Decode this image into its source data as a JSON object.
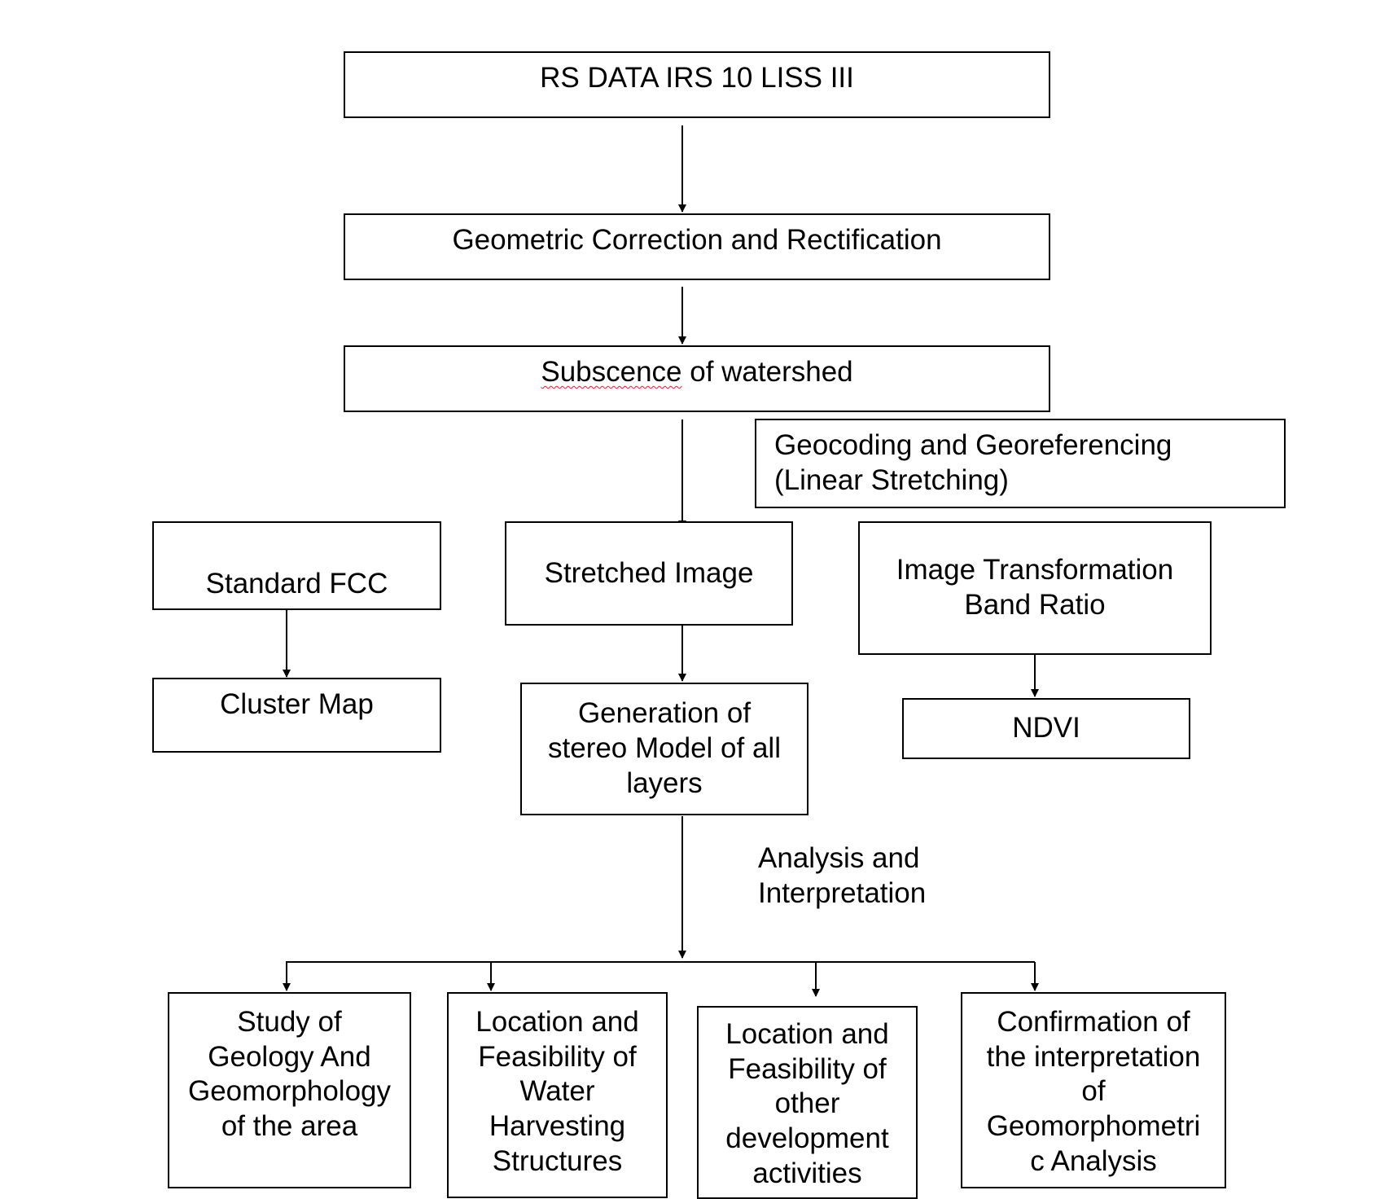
{
  "nodes": {
    "rs_data": [
      "RS DATA IRS 10 LISS III"
    ],
    "geometric": [
      "Geometric Correction and Rectification"
    ],
    "subscence": {
      "word": "Subscence",
      "rest": " of watershed"
    },
    "geocoding": [
      "Geocoding and Georeferencing",
      "(Linear Stretching)"
    ],
    "standard_fcc": [
      "Standard FCC"
    ],
    "stretched": [
      "Stretched Image"
    ],
    "image_transformation": [
      "Image Transformation",
      "Band Ratio"
    ],
    "cluster_map": [
      "Cluster Map"
    ],
    "stereo_model": [
      "Generation of",
      "stereo Model of all",
      "layers"
    ],
    "ndvi": [
      "NDVI"
    ],
    "geology": [
      "Study of",
      "Geology And",
      "Geomorphology",
      "of the area"
    ],
    "water_harvesting": [
      "Location and",
      "Feasibility of",
      "Water",
      "Harvesting",
      "Structures"
    ],
    "other_dev": [
      "Location and",
      "Feasibility of",
      "other",
      "development",
      "activities"
    ],
    "confirmation": [
      "Confirmation of",
      "the interpretation",
      "of",
      "Geomorphometri",
      "c Analysis"
    ]
  },
  "annotation": [
    "Analysis and",
    "Interpretation"
  ],
  "colors": {
    "line": "#000000",
    "spellcheck": "#dd2233"
  }
}
